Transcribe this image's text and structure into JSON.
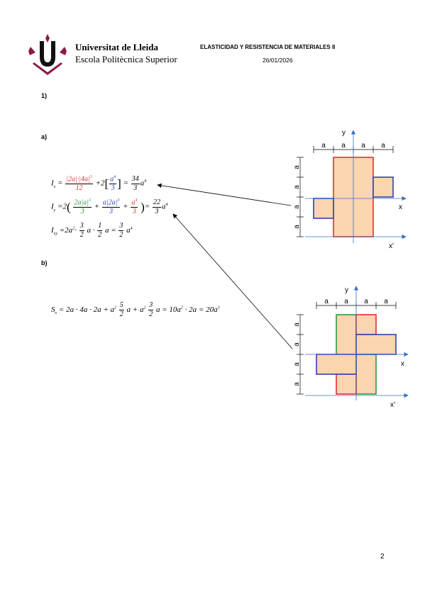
{
  "header": {
    "university": "Universitat de Lleida",
    "school": "Escola Politècnica Superior",
    "course": "ELASTICIDAD Y RESISTENCIA DE MATERIALES II",
    "date": "26/01/2026"
  },
  "sections": {
    "problem": "1)",
    "part_a": "a)",
    "part_b": "b)"
  },
  "equations": {
    "ix": {
      "lhs": "I",
      "sub": "x",
      "t1_num_a": "|2a|",
      "t1_num_mid": "·",
      "t1_num_b": "|4a|",
      "t1_num_exp": "3",
      "t1_den": "12",
      "plus": "+2",
      "t2_num": "a",
      "t2_exp": "4",
      "t2_den": "3",
      "eq": "=",
      "res_num": "34",
      "res_den": "3",
      "res_var": "a",
      "res_exp": "4"
    },
    "iy": {
      "lhs": "I",
      "sub": "y",
      "pre": "=2",
      "g_num": "2a|a|",
      "g_exp": "3",
      "g_den": "3",
      "plus1": "+",
      "b_num": "a|2a|",
      "b_exp": "3",
      "b_den": "3",
      "plus2": "+",
      "r_num": "a",
      "r_exp": "4",
      "r_den": "3",
      "eq": "=",
      "res_num": "22",
      "res_den": "3",
      "res_var": "a",
      "res_exp": "4"
    },
    "ixy": {
      "lhs": "I",
      "sub": "xy",
      "eq": "=2a",
      "exp1": "2",
      "dot1": "·",
      "f1_num": "3",
      "f1_den": "2",
      "mid1": "a ·",
      "f2_num": "1",
      "f2_den": "2",
      "mid2": "a =",
      "f3_num": "3",
      "f3_den": "2",
      "end": "a",
      "exp2": "4"
    },
    "sx": {
      "lhs": "S",
      "sub": "x",
      "text1": "= 2a · 4a · 2a + a",
      "exp1": "2",
      "f1_num": "5",
      "f1_den": "2",
      "text2": "a + a",
      "exp2": "2",
      "f2_num": "3",
      "f2_den": "2",
      "text3": "a = 10a",
      "exp3": "2",
      "text4": " · 2a = 20a",
      "exp4": "3"
    }
  },
  "diagram_a": {
    "y_axis": "y",
    "x_axis": "x",
    "x_prime": "x'",
    "dim": "a"
  },
  "diagram_b": {
    "y_axis": "y",
    "x_axis": "x",
    "x_prime": "x'",
    "dim": "a"
  },
  "page_number": "2",
  "colors": {
    "red": "#e03030",
    "green": "#2a9a3a",
    "blue": "#3040b0",
    "fill": "#fbd4b0",
    "axis": "#3a6fc4"
  }
}
